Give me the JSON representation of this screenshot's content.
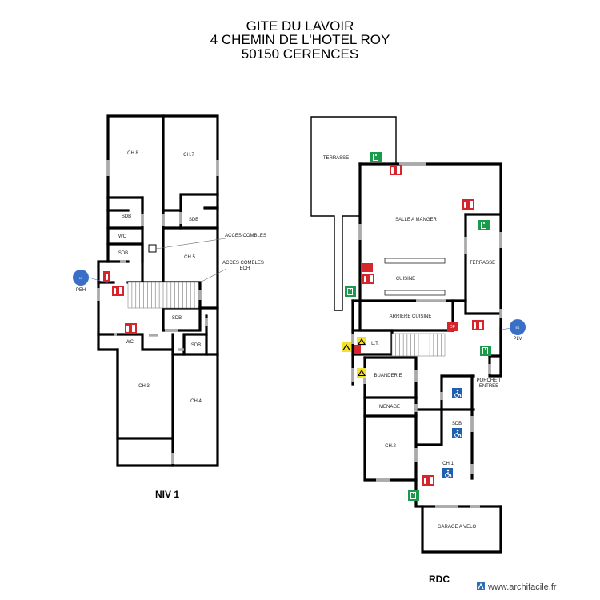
{
  "header": {
    "line1": "GITE DU LAVOIR",
    "line2": "4 CHEMIN DE L'HOTEL ROY",
    "line3": "50150 CERENCES"
  },
  "levels": {
    "niv1": "NIV 1",
    "rdc": "RDC"
  },
  "niv1_rooms": {
    "ch8": "CH.8",
    "ch7": "CH.7",
    "sdb_a": "SDB",
    "sdb_b": "SDB",
    "wc_a": "WC",
    "sdb_c": "SDB",
    "ch5": "CH.5",
    "sdb_d": "SDB",
    "sdb_e": "SDB",
    "wc_b": "WC",
    "ch3": "CH.3",
    "ch4": "CH.4"
  },
  "niv1_notes": {
    "acces_combles": "ACCES COMBLES",
    "acces_combles_tech_1": "ACCES COMBLES",
    "acces_combles_tech_2": "TECH",
    "peh": "PEH",
    "peh_badge_code": "13"
  },
  "rdc_rooms": {
    "terrasse_a": "TERRASSE",
    "salle_a_manger": "SALLE A MANGER",
    "cuisine": "CUISINE",
    "terrasse_b": "TERRASSE",
    "arriere_cuisine": "ARRIERE CUISINE",
    "lt": "L.T.",
    "buanderie": "BUANDERIE",
    "menage": "MENAGE",
    "porche_1": "PORCHE T",
    "porche_2": "ENTREE",
    "sdb": "SDB",
    "ch2": "CH.2",
    "ch1": "CH.1",
    "garage": "GARAGE A VELO"
  },
  "rdc_notes": {
    "plv": "PLV",
    "plv_badge_code": "E1",
    "df": "DF"
  },
  "footer": {
    "brand": "www.archifacile.fr"
  },
  "colors": {
    "wall": "#000000",
    "door_gap": "#aaaaaa",
    "exit_sign": "#1a9a4a",
    "fire_equipment": "#d7262b",
    "access_sign": "#1f5fb0",
    "warning": "#f2e22a",
    "badge": "#3a6fc8"
  },
  "icons": [
    "exit-sign-icon",
    "fire-extinguisher-icon",
    "accessibility-icon",
    "warning-icon",
    "info-badge-icon"
  ]
}
